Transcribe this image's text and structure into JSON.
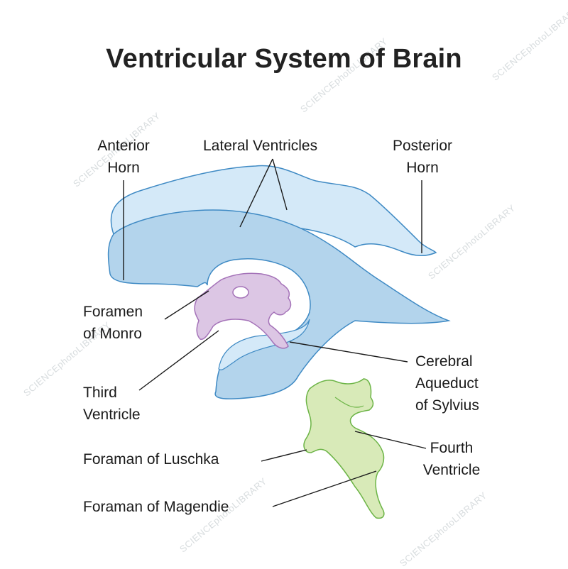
{
  "title": "Ventricular System of Brain",
  "labels": {
    "anterior_horn": [
      "Anterior",
      "Horn"
    ],
    "lateral_ventricles": "Lateral Ventricles",
    "posterior_horn": [
      "Posterior",
      "Horn"
    ],
    "foramen_of_monro": [
      "Foramen",
      "of Monro"
    ],
    "third_ventricle": [
      "Third",
      "Ventricle"
    ],
    "cerebral_aqueduct": [
      "Cerebral",
      "Aqueduct",
      "of Sylvius"
    ],
    "foraman_of_luschka": "Foraman of Luschka",
    "fourth_ventricle": [
      "Fourth",
      "Ventricle"
    ],
    "foraman_of_magendie": "Foraman of Magendie"
  },
  "watermark": "SCIENCEphotoLIBRARY",
  "colors": {
    "lateral_fill": "#b3d4ec",
    "lateral_light_fill": "#d4e9f8",
    "lateral_stroke": "#3f8ac4",
    "third_fill": "#dcc6e4",
    "third_stroke": "#a472b8",
    "fourth_fill": "#d8eab8",
    "fourth_stroke": "#6cb446",
    "leader_line": "#1a1a1a"
  }
}
